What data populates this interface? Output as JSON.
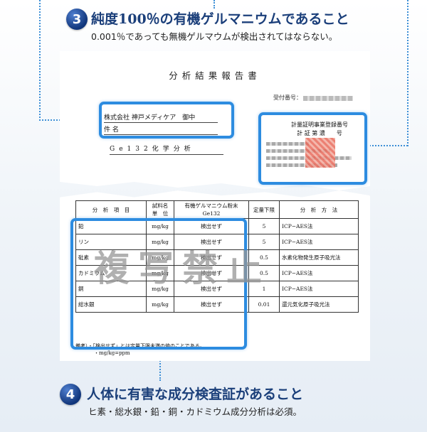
{
  "point3": {
    "number": "3",
    "heading": "純度100％の有機ゲルマニウムであること",
    "subtext": "0.001％であっても無機ゲルマウムが検出されてはならない。"
  },
  "report": {
    "title": "分析結果報告書",
    "receipt_label": "受付番号：",
    "client_line": "株式会社 神戸メディケア　御中",
    "item_name_label": "件 名",
    "analysis_name": "Ge132化学分析",
    "cert_line1": "計量証明事業登録番号",
    "cert_line2": "計 証 第 濃",
    "cert_line3": "号"
  },
  "table": {
    "headers": {
      "item": "分　析　項　目",
      "sample": "試料名",
      "unit": "単　位",
      "product_line1": "有機ゲルマニウム粉末",
      "product_line2": "Ge132",
      "limit": "定量下限",
      "method": "分　析　方　法"
    },
    "rows": [
      {
        "item": "鉛",
        "unit": "mg/kg",
        "result": "検出せず",
        "limit": "5",
        "method": "ICP−AES法"
      },
      {
        "item": "リン",
        "unit": "mg/kg",
        "result": "検出せず",
        "limit": "5",
        "method": "ICP−AES法"
      },
      {
        "item": "砒素",
        "unit": "mg/kg",
        "result": "検出せず",
        "limit": "0.5",
        "method": "水素化物発生原子吸光法"
      },
      {
        "item": "カドミウム",
        "unit": "mg/kg",
        "result": "検出せず",
        "limit": "0.5",
        "method": "ICP−AES法"
      },
      {
        "item": "銅",
        "unit": "mg/kg",
        "result": "検出せず",
        "limit": "1",
        "method": "ICP−AES法"
      },
      {
        "item": "総水銀",
        "unit": "mg/kg",
        "result": "検出せず",
        "limit": "0.01",
        "method": "還元気化原子吸光法"
      }
    ],
    "note_label": "備考）",
    "note_line1": "・「検出せず」とは定量下限未満の値のことである。",
    "note_line2": "・mg/kg=ppm"
  },
  "watermark": "複写禁止",
  "point4": {
    "number": "4",
    "heading": "人体に有害な成分検査証があること",
    "subtext": "ヒ素・総水銀・鉛・銅・カドミウム成分分析は必須。"
  },
  "colors": {
    "accent": "#2d8ce0",
    "heading": "#1b3f7a",
    "badge": "#10357a"
  }
}
